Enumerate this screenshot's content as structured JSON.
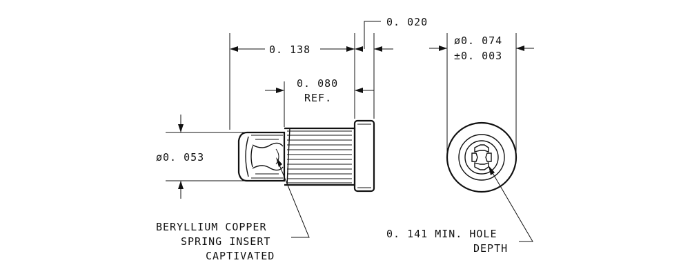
{
  "dimensions": {
    "overall_length": "0. 138",
    "flange_thickness": "0. 020",
    "ref_length_value": "0. 080",
    "ref_length_note": "REF.",
    "body_diameter": "ø0. 053",
    "flange_diameter": "ø0. 074",
    "flange_tolerance": "±0. 003"
  },
  "callouts": {
    "insert_line1": "BERYLLIUM COPPER",
    "insert_line2": "SPRING INSERT",
    "insert_line3": "CAPTIVATED",
    "hole_line1": "0. 141 MIN. HOLE",
    "hole_line2": "DEPTH"
  },
  "colors": {
    "ink": "#111111",
    "paper": "#ffffff"
  }
}
